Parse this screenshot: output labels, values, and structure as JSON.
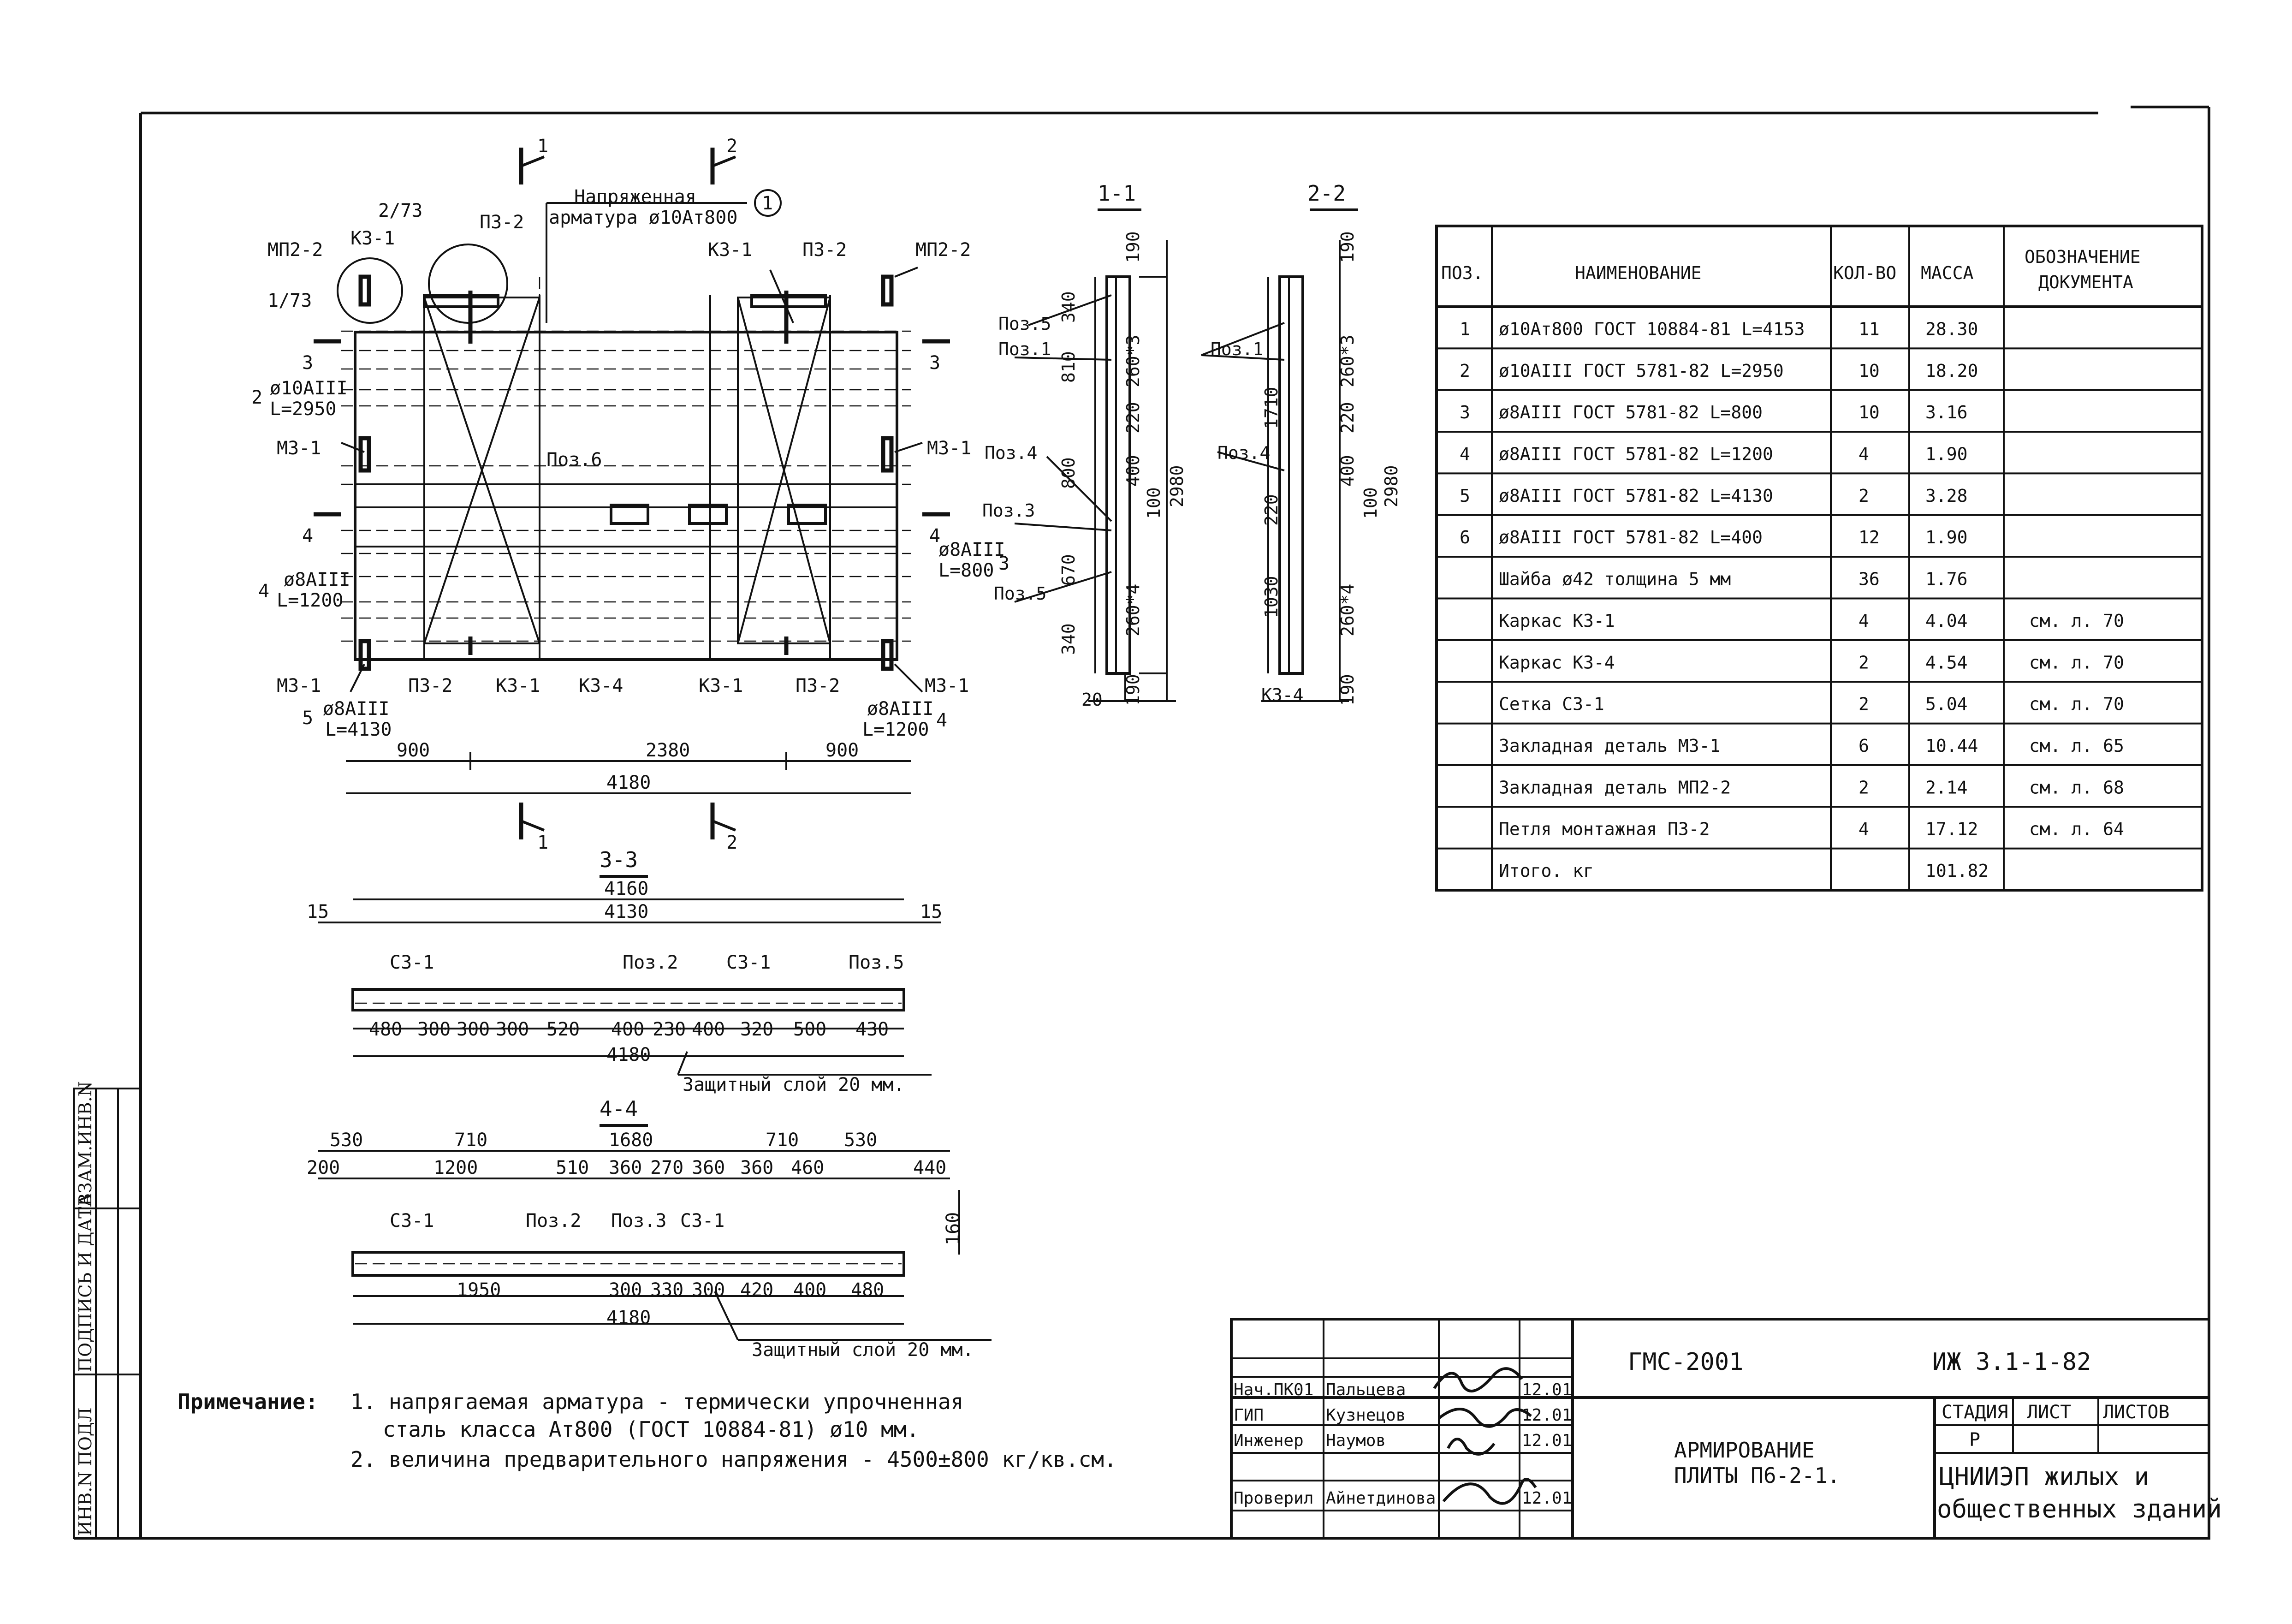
{
  "views": {
    "cut1_top": "1",
    "cut2_top": "2",
    "cut1_bot": "1",
    "cut2_bot": "2",
    "cut3_l": "3",
    "cut3_r": "3",
    "cut4_l": "4",
    "cut4_r": "4",
    "tendon_label_1": "Напряженная",
    "tendon_label_2": "арматура ø10Ат800",
    "tendon_num": "1",
    "pz2_tl": "ПЗ-2",
    "k31_tl": "К3-1",
    "ref_273": "2/73",
    "ref_173": "1/73",
    "mp22_l": "МП2-2",
    "mp22_r": "МП2-2",
    "k31_tr": "К3-1",
    "pz2_tr": "ПЗ-2",
    "pos2_num": "2",
    "pos2_bar": "ø10АIII",
    "pos2_len": "L=2950",
    "m31_l1": "М3-1",
    "m31_r1": "М3-1",
    "pos6_lbl": "Поз.6",
    "pos3_num": "3",
    "pos3_bar": "ø8АIII",
    "pos3_len": "L=800",
    "pos4_num": "4",
    "pos4_bar": "ø8АIII",
    "pos4_len": "L=1200",
    "m31_l2": "М3-1",
    "m31_r2": "М3-1",
    "pz2_bl": "ПЗ-2",
    "k31_bl": "К3-1",
    "k34_bm": "К3-4",
    "k31_br": "К3-1",
    "pz2_br": "ПЗ-2",
    "pos5_num": "5",
    "pos5_bar": "ø8АIII",
    "pos5_len": "L=4130",
    "pos4r_num": "4",
    "pos4r_bar": "ø8АIII",
    "pos4r_len": "L=1200",
    "dim_900a": "900",
    "dim_2380": "2380",
    "dim_900b": "900",
    "dim_4180": "4180",
    "s11_title": "1-1",
    "s22_title": "2-2",
    "s11_pos5": "Поз.5",
    "s11_pos1": "Поз.1",
    "s11_pos4": "Поз.4",
    "s11_pos3": "Поз.3",
    "s11_pos5b": "Поз.5",
    "s11_d340a": "340",
    "s11_d810": "810",
    "s11_d800": "800",
    "s11_d670": "670",
    "s11_d340b": "340",
    "s11_d190a": "190",
    "s11_d2603": "260*3",
    "s11_d220": "220",
    "s11_d400": "400",
    "s11_d100": "100",
    "s11_d2980": "2980",
    "s11_d2604": "260*4",
    "s11_d190b": "190",
    "s11_d20": "20",
    "s22_pos1": "Поз.1",
    "s22_pos4": "Поз.4",
    "s22_k34": "К3-4",
    "s22_d1710": "1710",
    "s22_d220": "220",
    "s22_d1030": "1030",
    "s22_d190a": "190",
    "s22_d2603": "260*3",
    "s22_d220b": "220",
    "s22_d400": "400",
    "s22_d100": "100",
    "s22_d2980": "2980",
    "s22_d2604": "260*4",
    "s22_d190b": "190",
    "s33_title": "3-3",
    "s33_4160": "4160",
    "s33_4130": "4130",
    "s33_15a": "15",
    "s33_15b": "15",
    "s33_c31a": "С3-1",
    "s33_pos2": "Поз.2",
    "s33_c31b": "С3-1",
    "s33_pos5": "Поз.5",
    "s33_dims": [
      "480",
      "300",
      "300",
      "300",
      "520",
      "400",
      "230",
      "400",
      "320",
      "500",
      "430"
    ],
    "s33_4180": "4180",
    "s33_cover": "Защитный слой 20 мм.",
    "s44_title": "4-4",
    "s44_top1": [
      "530",
      "710",
      "1680",
      "710",
      "530"
    ],
    "s44_200": "200",
    "s44_1200": "1200",
    "s44_510": "510",
    "s44_360a": "360",
    "s44_270": "270",
    "s44_360b": "360",
    "s44_360c": "360",
    "s44_460": "460",
    "s44_440": "440",
    "s44_160": "160",
    "s44_c31a": "С3-1",
    "s44_pos2": "Поз.2",
    "s44_pos3": "Поз.3",
    "s44_c31b": "С3-1",
    "s44_bot": [
      "1950",
      "300",
      "330",
      "300",
      "420",
      "400",
      "480"
    ],
    "s44_4180": "4180",
    "s44_cover": "Защитный слой 20 мм."
  },
  "spec_table": {
    "headers": [
      "ПОЗ.",
      "НАИМЕНОВАНИЕ",
      "КОЛ-ВО",
      "МАССА",
      "ОБОЗНАЧЕНИЕ ДОКУМЕНТА"
    ],
    "rows": [
      {
        "pos": "1",
        "name": "ø10Ат800 ГОСТ 10884-81 L=4153",
        "qty": "11",
        "mass": "28.30",
        "doc": ""
      },
      {
        "pos": "2",
        "name": "ø10АIII  ГОСТ 5781-82  L=2950",
        "qty": "10",
        "mass": "18.20",
        "doc": ""
      },
      {
        "pos": "3",
        "name": "ø8АIII   ГОСТ 5781-82  L=800",
        "qty": "10",
        "mass": "3.16",
        "doc": ""
      },
      {
        "pos": "4",
        "name": "ø8АIII   ГОСТ 5781-82  L=1200",
        "qty": "4",
        "mass": "1.90",
        "doc": ""
      },
      {
        "pos": "5",
        "name": "ø8АIII   ГОСТ 5781-82  L=4130",
        "qty": "2",
        "mass": "3.28",
        "doc": ""
      },
      {
        "pos": "6",
        "name": "ø8АIII   ГОСТ 5781-82  L=400",
        "qty": "12",
        "mass": "1.90",
        "doc": ""
      },
      {
        "pos": "",
        "name": "Шайба ø42 толщина 5 мм",
        "qty": "36",
        "mass": "1.76",
        "doc": ""
      },
      {
        "pos": "",
        "name": "Каркас К3-1",
        "qty": "4",
        "mass": "4.04",
        "doc": "см. л. 70"
      },
      {
        "pos": "",
        "name": "Каркас К3-4",
        "qty": "2",
        "mass": "4.54",
        "doc": "см. л. 70"
      },
      {
        "pos": "",
        "name": "Сетка С3-1",
        "qty": "2",
        "mass": "5.04",
        "doc": "см. л. 70"
      },
      {
        "pos": "",
        "name": "Закладная деталь М3-1",
        "qty": "6",
        "mass": "10.44",
        "doc": "см. л. 65"
      },
      {
        "pos": "",
        "name": "Закладная деталь МП2-2",
        "qty": "2",
        "mass": "2.14",
        "doc": "см. л. 68"
      },
      {
        "pos": "",
        "name": "Петля монтажная ПЗ-2",
        "qty": "4",
        "mass": "17.12",
        "doc": "см. л. 64"
      },
      {
        "pos": "",
        "name": "Итого. кг",
        "qty": "",
        "mass": "101.82",
        "doc": ""
      }
    ]
  },
  "notes": {
    "label": "Примечание:",
    "line1": "1. напрягаемая арматура - термически упрочненная",
    "line2": "сталь класса Ат800 (ГОСТ 10884-81) ø10 мм.",
    "line3": "2. величина предварительного напряжения - 4500±800 кг/кв.см."
  },
  "side_stamp": {
    "col1": "ИНВ.N ПОДЛ",
    "col2": "ПОДПИСЬ И ДАТА",
    "col3": "ВЗАМ.ИНВ.N"
  },
  "title_block": {
    "code": "ГМС-2001",
    "series": "ИЖ 3.1-1-82",
    "stage_h": "СТАДИЯ",
    "sheet_h": "ЛИСТ",
    "sheets_h": "ЛИСТОВ",
    "stage": "Р",
    "title_1": "АРМИРОВАНИЕ",
    "title_2": "ПЛИТЫ П6-2-1.",
    "org_1": "ЦНИИЭП жилых и",
    "org_2": "общественных зданий",
    "people": [
      {
        "role": "Нач.ПК01",
        "name": "Пальцева",
        "date": "12.01"
      },
      {
        "role": "ГИП",
        "name": "Кузнецов",
        "date": "12.01"
      },
      {
        "role": "Инженер",
        "name": "Наумов",
        "date": "12.01"
      },
      {
        "role": "Проверил",
        "name": "Айнетдинова",
        "date": "12.01"
      }
    ]
  }
}
